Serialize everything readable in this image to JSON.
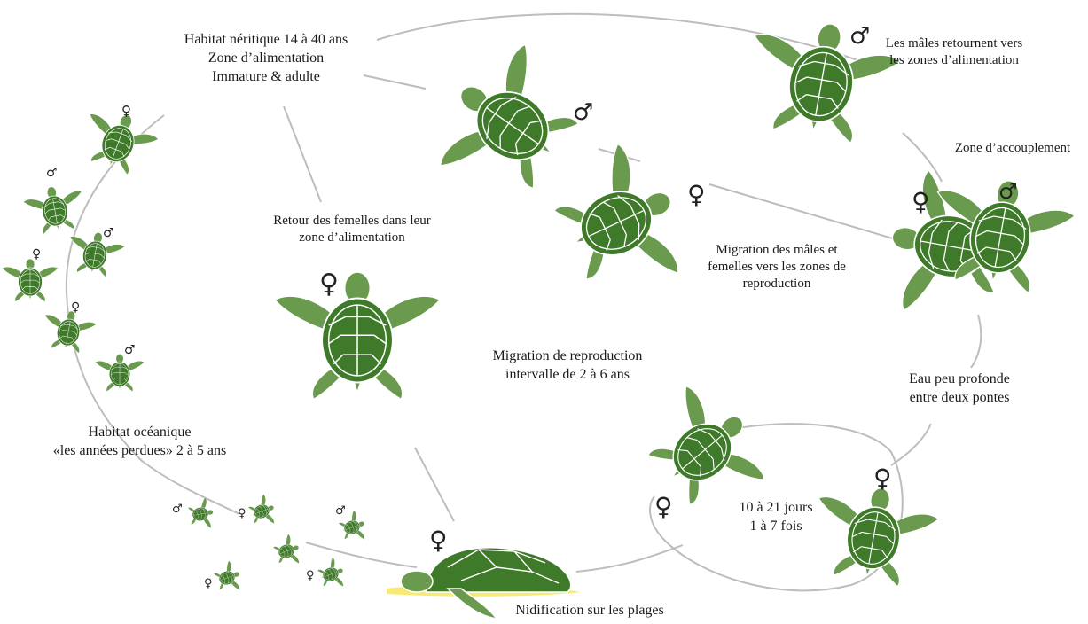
{
  "diagram": {
    "colors": {
      "shell": "#3f7a2a",
      "skin": "#6a9a4e",
      "scute_line": "#ffffff",
      "path_line": "#bdbdbd",
      "sand": "#f6ea74"
    },
    "symbols": {
      "male": "♂",
      "female": "♀"
    },
    "labels": {
      "neritic": [
        "Habitat néritique 14 à 40 ans",
        "Zone d’alimentation",
        "Immature & adulte"
      ],
      "males_return": [
        "Les mâles retournent vers",
        "les zones d’alimentation"
      ],
      "mating_zone": [
        "Zone d’accouplement"
      ],
      "females_return": [
        "Retour des femelles dans leur",
        "zone d’alimentation"
      ],
      "migration_both": [
        "Migration des mâles et",
        "femelles vers les zones de",
        "reproduction"
      ],
      "repro_migration": [
        "Migration de reproduction",
        "intervalle de 2 à 6 ans"
      ],
      "shallow_water": [
        "Eau peu profonde",
        "entre deux pontes"
      ],
      "oceanic": [
        "Habitat océanique",
        "«les années perdues» 2 à 5 ans"
      ],
      "internesting": [
        "10 à 21 jours",
        "1 à 7 fois"
      ],
      "nesting": [
        "Nidification sur les plages"
      ]
    }
  }
}
